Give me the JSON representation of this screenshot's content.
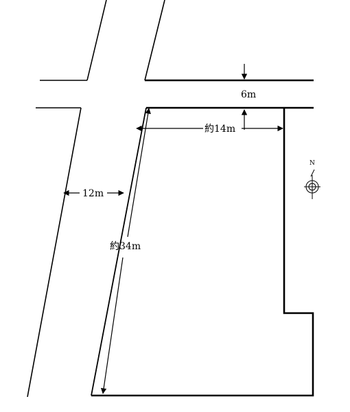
{
  "labels": {
    "road_width_north": "6m",
    "frontage_width": "約14m",
    "road_width_west": "12m",
    "lot_depth": "約34m",
    "compass_north": "N"
  },
  "colors": {
    "line": "#000000",
    "background": "#ffffff"
  },
  "icons": {
    "compass": "north-compass-icon"
  }
}
